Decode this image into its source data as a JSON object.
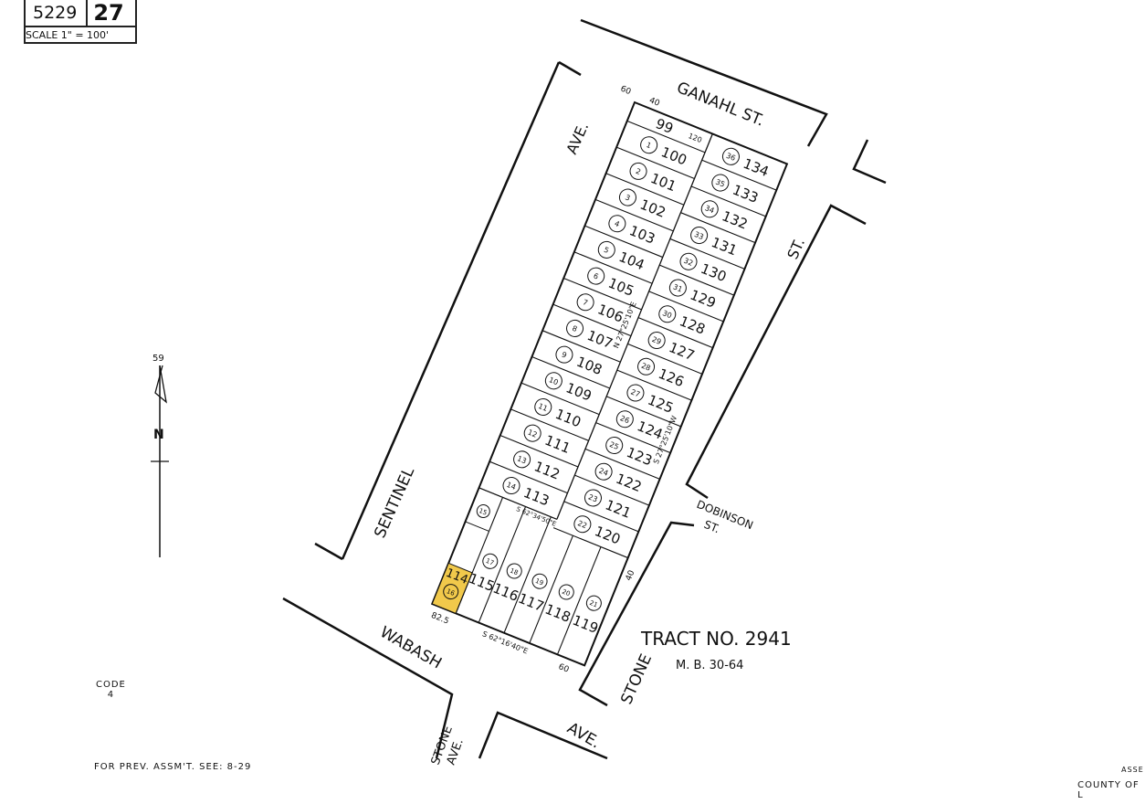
{
  "header": {
    "book": "5229",
    "page": "27",
    "scale": "SCALE 1\" = 100'"
  },
  "tract": {
    "title": "TRACT NO. 2941",
    "ref": "M. B. 30-64"
  },
  "code": {
    "label": "CODE",
    "value": "4"
  },
  "prev_assmt": "FOR PREV. ASSM'T. SEE: 8-29",
  "footer": {
    "line1": "ASSE",
    "line2": "COUNTY OF L"
  },
  "north": {
    "label": "N",
    "bearing": "59"
  },
  "streets": {
    "ganahl": "GANAHL ST.",
    "sentinel_ave": "AVE.",
    "sentinel": "SENTINEL",
    "wabash": "WABASH",
    "wabash_ave": "AVE.",
    "stone_ave1": "STONE",
    "stone_ave2": "AVE.",
    "stone": "STONE",
    "st_right": "ST.",
    "dobinson1": "DOBINSON",
    "dobinson2": "ST."
  },
  "bearings": {
    "west": "N 27°25'10\"E",
    "east": "S 27°25'10\"W",
    "south": "S 62°16'40\"E",
    "mid": "S 62°34'50\"E"
  },
  "dims": {
    "d60": "60",
    "d40": "40",
    "d120": "120",
    "d825": "82.5"
  },
  "highlight_color": "#f1c94b",
  "lots_left": [
    {
      "num": "99",
      "circle": ""
    },
    {
      "num": "100",
      "circle": "1"
    },
    {
      "num": "101",
      "circle": "2"
    },
    {
      "num": "102",
      "circle": "3"
    },
    {
      "num": "103",
      "circle": "4"
    },
    {
      "num": "104",
      "circle": "5"
    },
    {
      "num": "105",
      "circle": "6"
    },
    {
      "num": "106",
      "circle": "7"
    },
    {
      "num": "107",
      "circle": "8"
    },
    {
      "num": "108",
      "circle": "9"
    },
    {
      "num": "109",
      "circle": "10"
    },
    {
      "num": "110",
      "circle": "11"
    },
    {
      "num": "111",
      "circle": "12"
    },
    {
      "num": "112",
      "circle": "13"
    },
    {
      "num": "113",
      "circle": "14"
    }
  ],
  "lots_right": [
    {
      "num": "134",
      "circle": "36"
    },
    {
      "num": "133",
      "circle": "35"
    },
    {
      "num": "132",
      "circle": "34"
    },
    {
      "num": "131",
      "circle": "33"
    },
    {
      "num": "130",
      "circle": "32"
    },
    {
      "num": "129",
      "circle": "31"
    },
    {
      "num": "128",
      "circle": "30"
    },
    {
      "num": "127",
      "circle": "29"
    },
    {
      "num": "126",
      "circle": "28"
    },
    {
      "num": "125",
      "circle": "27"
    },
    {
      "num": "124",
      "circle": "26"
    },
    {
      "num": "123",
      "circle": "25"
    },
    {
      "num": "122",
      "circle": "24"
    },
    {
      "num": "121",
      "circle": "23"
    },
    {
      "num": "120",
      "circle": "22"
    }
  ],
  "lots_bottom": [
    {
      "num": "114",
      "circle": "16",
      "highlight": true
    },
    {
      "num": "115",
      "circle": "17"
    },
    {
      "num": "116",
      "circle": "18"
    },
    {
      "num": "117",
      "circle": "19"
    },
    {
      "num": "118",
      "circle": "20"
    },
    {
      "num": "119",
      "circle": "21"
    }
  ],
  "lot_small": {
    "circle": "15"
  }
}
